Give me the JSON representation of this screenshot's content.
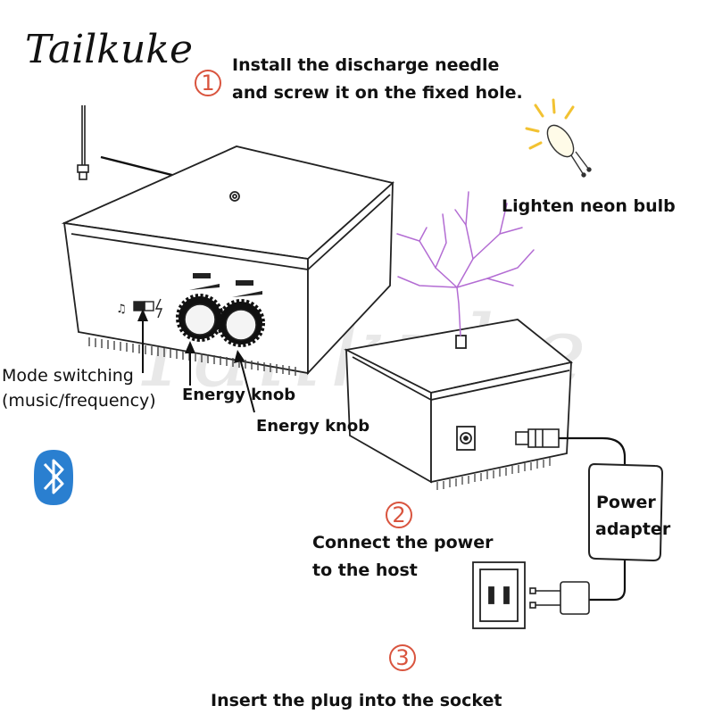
{
  "brand": "Tailkuke",
  "watermark": "Tailkuke",
  "steps": [
    {
      "num": "1",
      "text_lines": [
        "Install the discharge needle",
        "and screw it on the fixed hole."
      ]
    },
    {
      "num": "2",
      "text_lines": [
        "Connect the power",
        "to the host"
      ]
    },
    {
      "num": "3",
      "text_lines": [
        "Insert the plug into the socket"
      ]
    }
  ],
  "labels": {
    "neon": "Lighten neon bulb",
    "mode_lines": [
      "Mode switching",
      "(music/frequency)"
    ],
    "energy_knob_1": "Energy knob",
    "energy_knob_2": "Energy knob",
    "adapter_lines": [
      "Power",
      "adapter"
    ]
  },
  "icons": {
    "bluetooth": "bluetooth-icon",
    "neon": "neon-bulb-icon"
  },
  "colors": {
    "accent": "#d9543e",
    "bluetooth": "#2a7fd0",
    "arc": "#b36cd3",
    "bulb_glow": "#f2c232"
  }
}
